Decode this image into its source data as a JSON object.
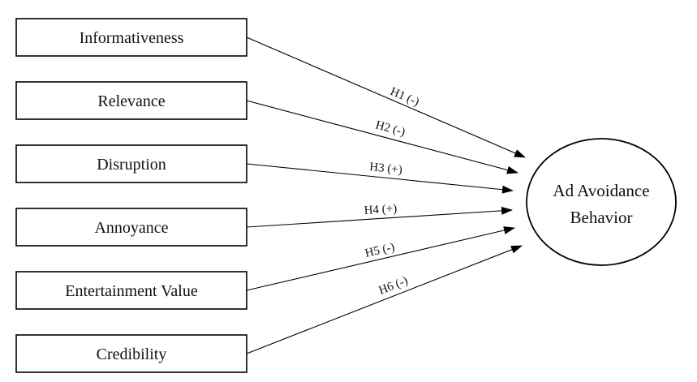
{
  "sources": [
    {
      "id": "informativeness",
      "label": "Informativeness"
    },
    {
      "id": "relevance",
      "label": "Relevance"
    },
    {
      "id": "disruption",
      "label": "Disruption"
    },
    {
      "id": "annoyance",
      "label": "Annoyance"
    },
    {
      "id": "entertainment-value",
      "label": "Entertainment Value"
    },
    {
      "id": "credibility",
      "label": "Credibility"
    }
  ],
  "target": {
    "line1": "Ad Avoidance",
    "line2": "Behavior"
  },
  "edges": [
    {
      "from": "informativeness",
      "label": "H1 (-)"
    },
    {
      "from": "relevance",
      "label": "H2 (-)"
    },
    {
      "from": "disruption",
      "label": "H3 (+)"
    },
    {
      "from": "annoyance",
      "label": "H4 (+)"
    },
    {
      "from": "entertainment-value",
      "label": "H5 (-)"
    },
    {
      "from": "credibility",
      "label": "H6 (-)"
    }
  ],
  "colors": {
    "stroke": "#000000",
    "text": "#111111",
    "background": "#ffffff"
  }
}
